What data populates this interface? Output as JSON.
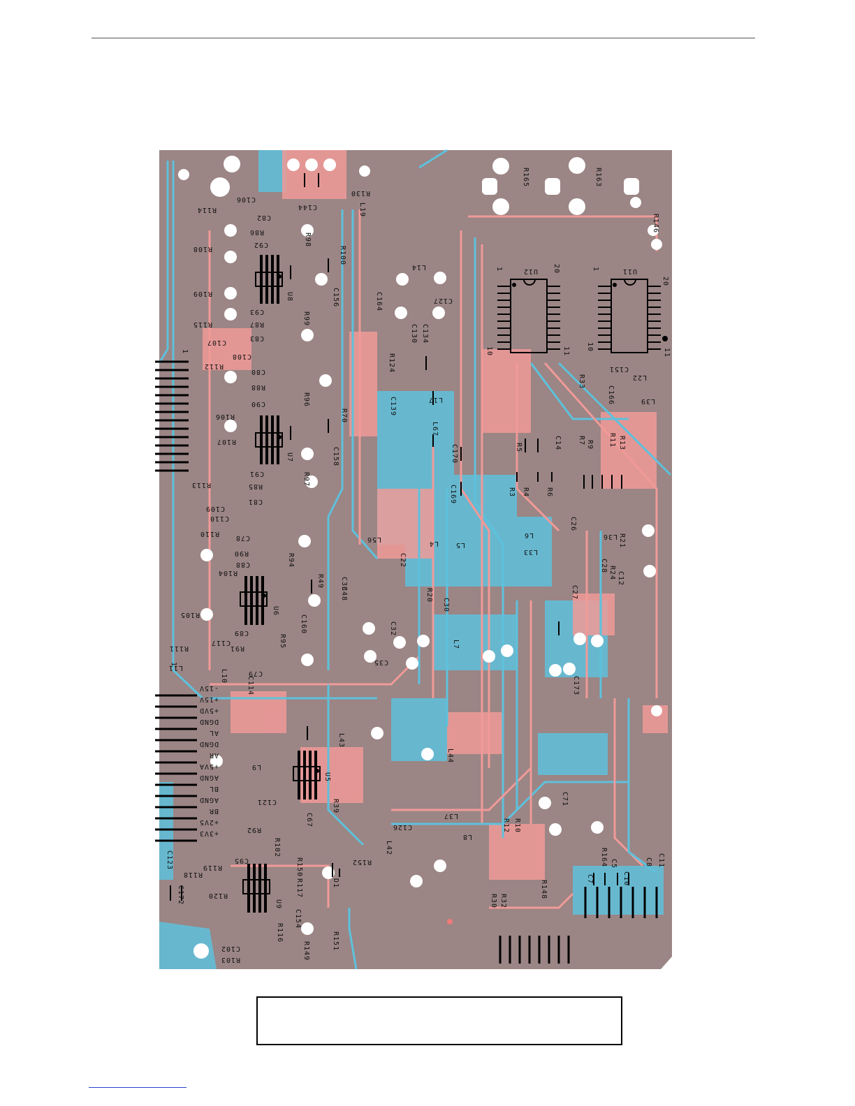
{
  "colors": {
    "board": "#9b8585",
    "copper_top": "#f09a98",
    "copper_bottom": "#5ec1dc",
    "silkscreen": "#000000",
    "pad": "#ffffff"
  },
  "connector_labels": [
    "-15V",
    "+15V",
    "+5VD",
    "DGND",
    "AL",
    "DGND",
    "AR",
    "+5VA",
    "AGND",
    "BL",
    "AGND",
    "BR",
    "+2V5",
    "+3V3"
  ],
  "chips": [
    {
      "ref": "U8",
      "pins": "8"
    },
    {
      "ref": "U7",
      "pins": "8"
    },
    {
      "ref": "U6",
      "pins": "8"
    },
    {
      "ref": "U5",
      "pins": "8"
    },
    {
      "ref": "U9",
      "pins": "8"
    },
    {
      "ref": "U12",
      "pins": "20"
    },
    {
      "ref": "U11",
      "pins": "20"
    }
  ],
  "pin_numbers": [
    "1",
    "20",
    "10",
    "11",
    "1",
    "20",
    "10",
    "11",
    "1",
    "1"
  ],
  "designators": [
    "R114",
    "C106",
    "C82",
    "R86",
    "R98",
    "C92",
    "R108",
    "R100",
    "R109",
    "C156",
    "C93",
    "R99",
    "R87",
    "R115",
    "C83",
    "C107",
    "R112",
    "C108",
    "C80",
    "R88",
    "R96",
    "C90",
    "R106",
    "R70",
    "R107",
    "C158",
    "C91",
    "R97",
    "R113",
    "R85",
    "C81",
    "C109",
    "C110",
    "R110",
    "C78",
    "R90",
    "R94",
    "C88",
    "R104",
    "R49",
    "R105",
    "C160",
    "C89",
    "R95",
    "C117",
    "R91",
    "R111",
    "C79",
    "L11",
    "L10",
    "C114",
    "L9",
    "C121",
    "C67",
    "R39",
    "R92",
    "R102",
    "C95",
    "R119",
    "R118",
    "C123",
    "C172",
    "R120",
    "R150",
    "R117",
    "C154",
    "R116",
    "R149",
    "R151",
    "C102",
    "R103",
    "D1",
    "R152",
    "L43",
    "L44",
    "C126",
    "L42",
    "L37",
    "L8",
    "R12",
    "R10",
    "C71",
    "R32",
    "R30",
    "R148",
    "R164",
    "C5",
    "C7",
    "C10",
    "C8",
    "C11",
    "R130",
    "C144",
    "L19",
    "L14",
    "C127",
    "C164",
    "C134",
    "C130",
    "R124",
    "L17",
    "C139",
    "L67",
    "C170",
    "C169",
    "L56",
    "C33",
    "C48",
    "C22",
    "L4",
    "L5",
    "R20",
    "C30",
    "C32",
    "L7",
    "C35",
    "R165",
    "R163",
    "R146",
    "C151",
    "L22",
    "R33",
    "C166",
    "L39",
    "R5",
    "C14",
    "R7",
    "R9",
    "R11",
    "R13",
    "R3",
    "R4",
    "R6",
    "L6",
    "L33",
    "C26",
    "L36",
    "R21",
    "C28",
    "R24",
    "C12",
    "C27",
    "C173"
  ]
}
